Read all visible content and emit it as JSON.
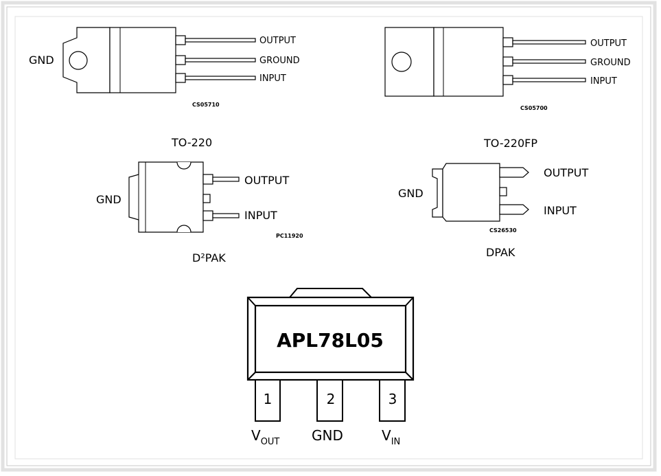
{
  "to220": {
    "gnd": "GND",
    "pins": [
      "OUTPUT",
      "GROUND",
      "INPUT"
    ],
    "code": "CS05710",
    "package": "TO-220"
  },
  "to220fp": {
    "pins": [
      "OUTPUT",
      "GROUND",
      "INPUT"
    ],
    "code": "CS05700",
    "package": "TO-220FP"
  },
  "d2pak": {
    "gnd": "GND",
    "pins": [
      "OUTPUT",
      "INPUT"
    ],
    "code": "PC11920",
    "package": "D²PAK"
  },
  "dpak": {
    "gnd": "GND",
    "pins": [
      "OUTPUT",
      "INPUT"
    ],
    "code": "CS26530",
    "package": "DPAK"
  },
  "sot89": {
    "part": "APL78L05",
    "pins": [
      {
        "num": "1",
        "name": "V",
        "sub": "OUT"
      },
      {
        "num": "2",
        "name": "GND",
        "sub": ""
      },
      {
        "num": "3",
        "name": "V",
        "sub": "IN"
      }
    ]
  }
}
